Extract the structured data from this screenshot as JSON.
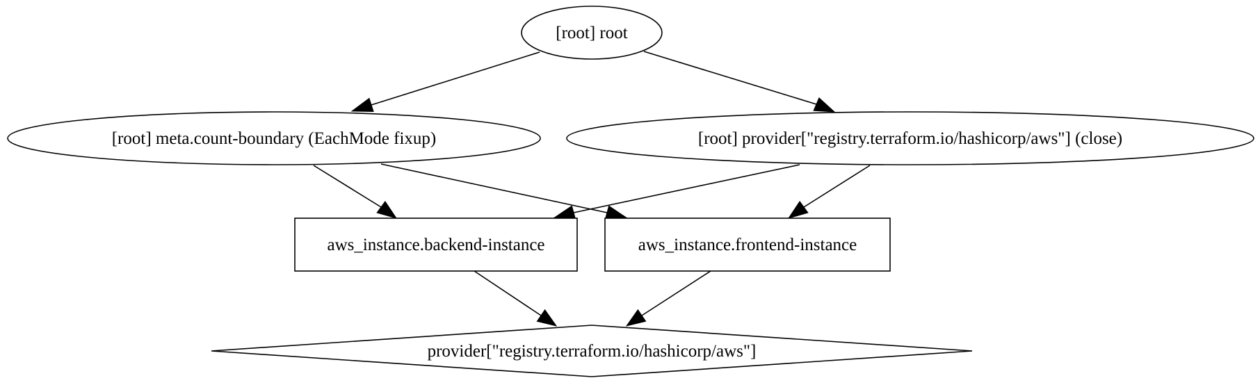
{
  "graph": {
    "nodes": [
      {
        "id": "root",
        "label": "[root] root",
        "shape": "ellipse"
      },
      {
        "id": "count_boundary",
        "label": "[root] meta.count-boundary (EachMode fixup)",
        "shape": "ellipse"
      },
      {
        "id": "provider_close",
        "label": "[root] provider[\"registry.terraform.io/hashicorp/aws\"] (close)",
        "shape": "ellipse"
      },
      {
        "id": "backend",
        "label": "aws_instance.backend-instance",
        "shape": "box"
      },
      {
        "id": "frontend",
        "label": "aws_instance.frontend-instance",
        "shape": "box"
      },
      {
        "id": "provider",
        "label": "provider[\"registry.terraform.io/hashicorp/aws\"]",
        "shape": "diamond"
      }
    ],
    "edges": [
      {
        "from": "root",
        "to": "count_boundary"
      },
      {
        "from": "root",
        "to": "provider_close"
      },
      {
        "from": "count_boundary",
        "to": "backend"
      },
      {
        "from": "count_boundary",
        "to": "frontend"
      },
      {
        "from": "provider_close",
        "to": "backend"
      },
      {
        "from": "provider_close",
        "to": "frontend"
      },
      {
        "from": "backend",
        "to": "provider"
      },
      {
        "from": "frontend",
        "to": "provider"
      }
    ]
  }
}
